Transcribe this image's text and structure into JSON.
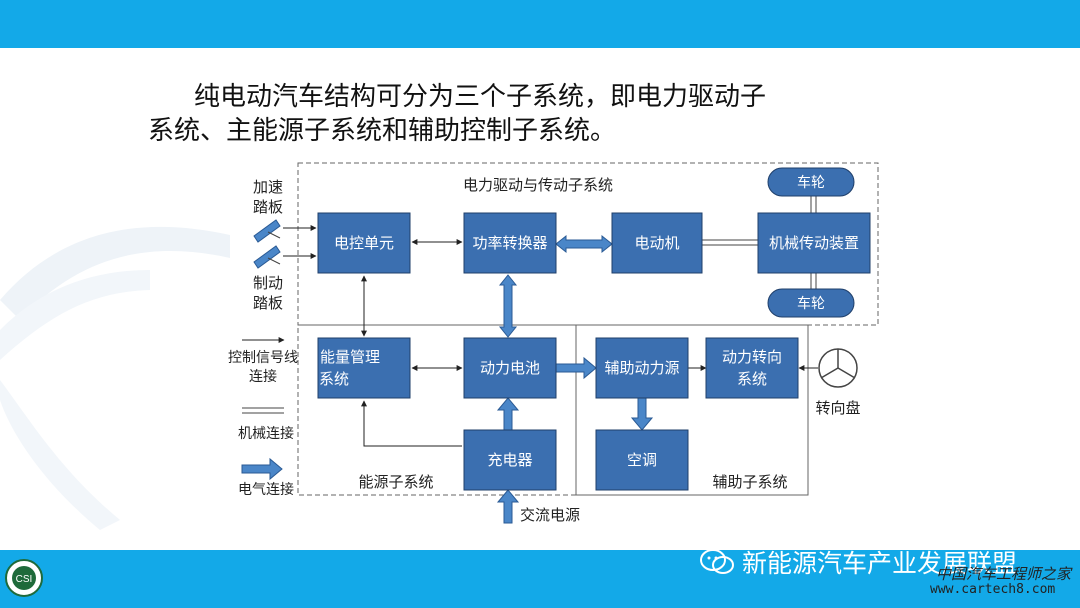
{
  "intro": {
    "line1": "纯电动汽车结构可分为三个子系统，即电力驱动子",
    "line2": "系统、主能源子系统和辅助控制子系统。"
  },
  "subsystems": {
    "drive": "电力驱动与传动子系统",
    "energy": "能源子系统",
    "aux": "辅助子系统"
  },
  "blocks": {
    "ecu": "电控单元",
    "converter": "功率转换器",
    "motor": "电动机",
    "transmission": "机械传动装置",
    "wheel_top": "车轮",
    "wheel_bottom": "车轮",
    "ems_line1": "能量管理",
    "ems_line2": "系统",
    "battery": "动力电池",
    "charger": "充电器",
    "aux_power": "辅助动力源",
    "steering_line1": "动力转向",
    "steering_line2": "系统",
    "ac": "空调"
  },
  "labels": {
    "accel_line1": "加速",
    "accel_line2": "踏板",
    "brake_line1": "制动",
    "brake_line2": "踏板",
    "steering_wheel": "转向盘",
    "ac_power": "交流电源"
  },
  "legend": {
    "signal_line1": "控制信号线",
    "signal_line2": "连接",
    "mechanical": "机械连接",
    "electrical": "电气连接"
  },
  "footer": {
    "logo_text": "CSI",
    "brand": "新能源汽车产业发展联盟",
    "site_title": "中国汽车工程师之家",
    "site_url": "www.cartech8.com"
  },
  "colors": {
    "band": "#13a9e8",
    "block_fill": "#3b6fb0",
    "block_stroke": "#1f3f6a",
    "arrow_fill": "#4a86c8"
  }
}
